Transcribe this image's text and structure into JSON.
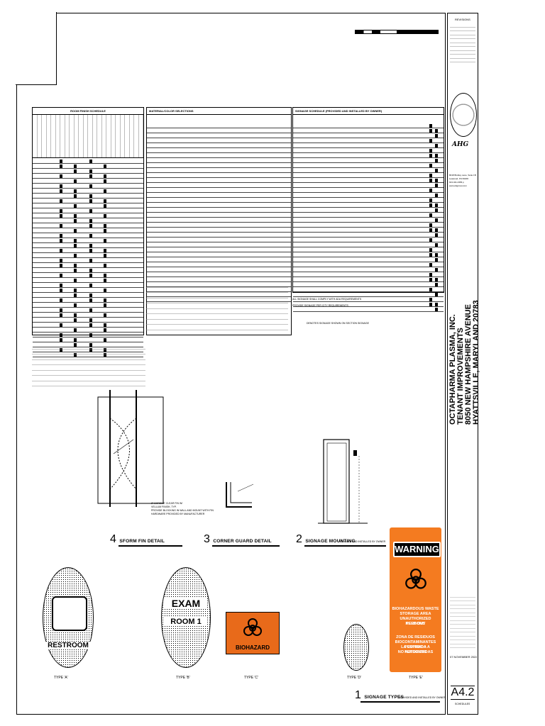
{
  "title_block": {
    "revisions_label": "REVISIONS",
    "firm_address": [
      "8018 Binkley Lane, Suite 150",
      "Leawood, KS 66206",
      "913.341.2356 p",
      "www.ahgcrew.com"
    ],
    "project_lines": [
      "OCTAPHARMA PLASMA, INC.",
      "TENANT IMPROVEMENTS",
      "8050 NEW HAMPSHIRE AVENUE",
      "HYATTSVILLE, MARYLAND 20783"
    ],
    "date": "07 NOVEMBER 2022",
    "sheet_number": "A4.2",
    "sheet_label": "SCHEDULES"
  },
  "schedules": {
    "room_finish_title": "ROOM FINISH SCHEDULE",
    "materials_title": "MATERIAL/COLOR SELECTIONS",
    "signage_title": "SIGNAGE SCHEDULE (PROVIDED AND INSTALLED BY OWNER)",
    "signage_notes": [
      "ALL SIGNAGE SHALL COMPLY WITH ADA REQUIREMENTS",
      "PROVIDE SIGNAGE PER CITY REQUIREMENTS",
      "DENOTES SIGNAGE SHOWN ON SECTION SIGNAGE"
    ]
  },
  "details": {
    "d4_title": "SFORM FIN DETAIL",
    "d4_num": "4",
    "d3_title": "CORNER GUARD DETAIL",
    "d3_num": "3",
    "d2_title": "SIGNAGE MOUNTING",
    "d2_num": "2",
    "d2_sub": "PROVIDED AND INSTALLED BY OWNER",
    "d1_title": "SIGNAGE TYPES",
    "d1_num": "1",
    "d1_sub": "PROVIDED AND INSTALLED BY OWNER",
    "fin_note": [
      "2\" CHROME CLEAR FIN W/",
      "VELLUM FINISH, TYP.",
      "PROVIDE BLOCKING IN WALL AND MOUNT WITH FIN",
      "HARDWARE PROVIDED BY MANUFACTURER"
    ]
  },
  "signs": {
    "restroom": "RESTROOM",
    "exam_room": [
      "EXAM",
      "ROOM 1"
    ],
    "biohazard": "BIOHAZARD",
    "types": [
      "TYPE 'A'",
      "TYPE 'B'",
      "TYPE 'C'",
      "TYPE 'D'",
      "TYPE 'E'"
    ],
    "warning_header": "WARNING",
    "warning_en": [
      "BIOHAZARDOUS WASTE",
      "STORAGE AREA",
      "UNAUTHORIZED PERSONS",
      "KEEP OUT"
    ],
    "warning_es": [
      "ZONA DE RESIDUOS",
      "BIOCONTAMINANTES PROHIBIDA",
      "LA ENTRADA A PERSONAS",
      "NO AUTORIZADAS"
    ]
  },
  "colors": {
    "warning_orange": "#f47b20",
    "biohazard_orange": "#e86a1a"
  }
}
